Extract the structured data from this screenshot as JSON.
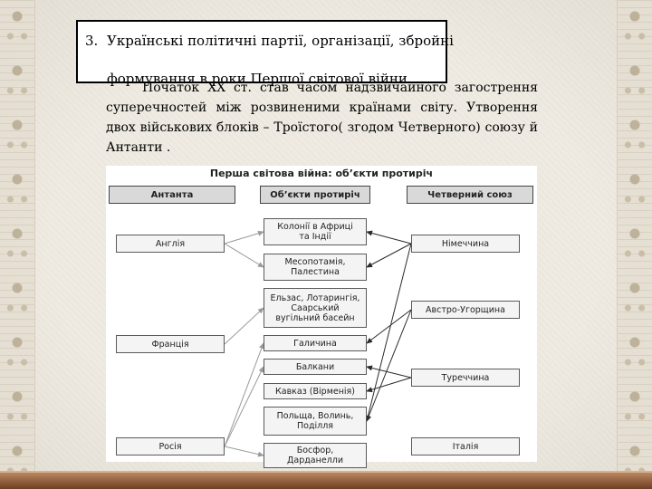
{
  "title": {
    "number": "3.",
    "line1": "Українські політичні партії, організації, збройні",
    "line2": "формування в роки Першої світової війни."
  },
  "paragraph": "Початок ХХ ст. став часом надзвичайного загострення суперечностей між розвиненими країнами світу. Утворення двох військових блоків – Троїстого( згодом Четверного) союзу й Антанти .",
  "diagram": {
    "title": "Перша світова війна: об’єкти протиріч",
    "headers": {
      "left": "Антанта",
      "middle": "Об’єкти протиріч",
      "right": "Четверний союз"
    },
    "entente": [
      "Англія",
      "Франція",
      "Росія"
    ],
    "objects": [
      "Колонії в Африці\nта Індії",
      "Месопотамія,\nПалестина",
      "Ельзас, Лотарингія,\nСаарський\nвугільний басейн",
      "Галичина",
      "Балкани",
      "Кавказ (Вірменія)",
      "Польща, Волинь,\nПоділля",
      "Босфор,\nДарданелли"
    ],
    "central": [
      "Німеччина",
      "Австро-Угорщина",
      "Туреччина",
      "Італія"
    ],
    "colors": {
      "arrow_entente": "#9a9a9a",
      "arrow_central": "#2b2b2b"
    }
  }
}
